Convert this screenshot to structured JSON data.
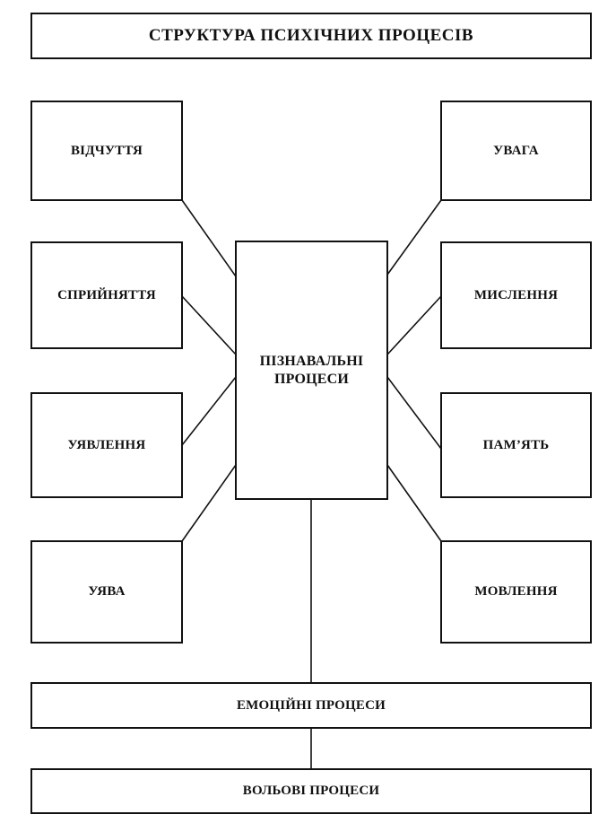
{
  "title": "СТРУКТУРА ПСИХІЧНИХ ПРОЦЕСІВ",
  "center": {
    "line1": "ПІЗНАВАЛЬНІ",
    "line2": "ПРОЦЕСИ"
  },
  "left_items": [
    "ВІДЧУТТЯ",
    "СПРИЙНЯТТЯ",
    "УЯВЛЕННЯ",
    "УЯВА"
  ],
  "right_items": [
    "УВАГА",
    "МИСЛЕННЯ",
    "ПАМ’ЯТЬ",
    "МОВЛЕННЯ"
  ],
  "bottom_items": [
    "ЕМОЦІЙНІ ПРОЦЕСИ",
    "ВОЛЬОВІ ПРОЦЕСИ"
  ],
  "colors": {
    "line": "#111111",
    "background": "#ffffff"
  }
}
